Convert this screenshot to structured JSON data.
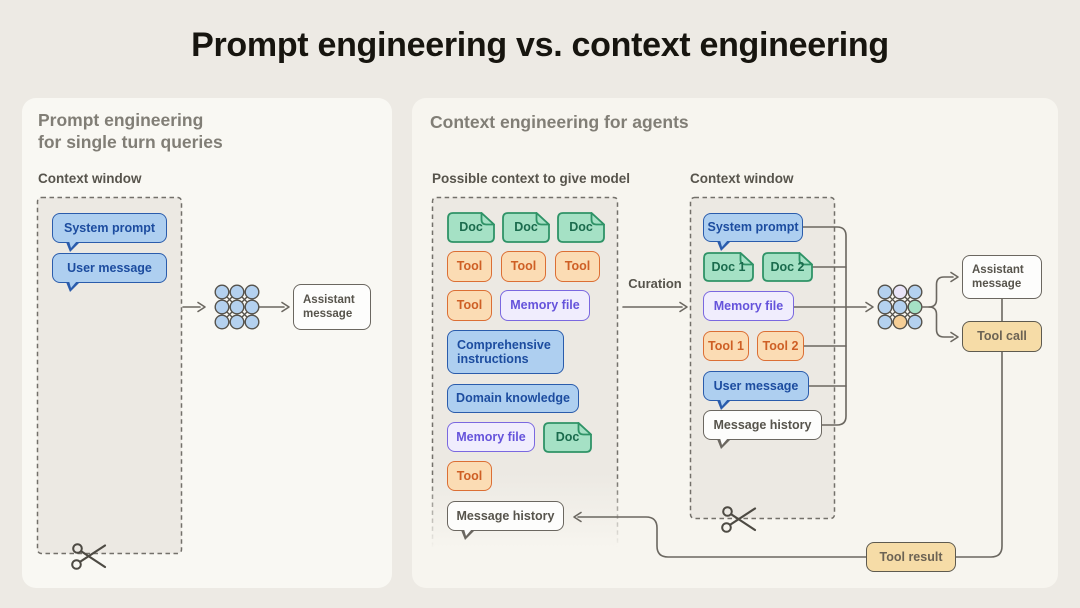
{
  "title": "Prompt engineering vs. context engineering",
  "colors": {
    "bg": "#EDEAE4",
    "panel": "#F9F8F3",
    "panel_right": "#F7F5EF",
    "dashed_fill": "#ECE9E3",
    "dashed_stroke": "#73706A",
    "line": "#6B6760",
    "title_color": "#17150F",
    "heading_gray": "#817E76",
    "label_dark": "#57544C",
    "blue_fill": "#AECFF0",
    "blue_border": "#2A5CAC",
    "blue_text": "#1C4C9F",
    "green_fill": "#A5E1C5",
    "green_border": "#2F9367",
    "green_text": "#1A6B4D",
    "orange_fill": "#FBDCB4",
    "orange_border": "#DC6F34",
    "orange_text": "#CE5F25",
    "purple_fill": "#F0EDFD",
    "purple_border": "#7A68E0",
    "purple_text": "#6553DB",
    "tan_fill": "#F6DCA7",
    "tan_border": "#5E5A4F",
    "tan_text": "#6C6354",
    "white_fill": "#FDFDFC",
    "nn_blue": "#B4D1EF",
    "nn_lavender": "#E9E4F8",
    "nn_green": "#A5E1C5",
    "nn_orange": "#F5CE96"
  },
  "icon_names": [
    "neural-network-icon",
    "scissors-icon",
    "doc-file-icon",
    "arrow-icon"
  ],
  "left_panel": {
    "heading": [
      "Prompt engineering",
      "for single turn queries"
    ],
    "context_window_label": "Context window",
    "items": [
      {
        "label": "System prompt",
        "type": "blue-bubble"
      },
      {
        "label": "User message",
        "type": "blue-bubble"
      }
    ],
    "output": {
      "label": "Assistant message"
    }
  },
  "right_panel": {
    "heading": "Context engineering for agents",
    "curation_label": "Curation",
    "possible_context": {
      "label": "Possible context to give model",
      "items": [
        {
          "label": "Doc",
          "type": "doc"
        },
        {
          "label": "Doc",
          "type": "doc"
        },
        {
          "label": "Doc",
          "type": "doc"
        },
        {
          "label": "Tool",
          "type": "tool"
        },
        {
          "label": "Tool",
          "type": "tool"
        },
        {
          "label": "Tool",
          "type": "tool"
        },
        {
          "label": "Tool",
          "type": "tool"
        },
        {
          "label": "Memory file",
          "type": "memory"
        },
        {
          "label": "Comprehensive instructions",
          "type": "blue"
        },
        {
          "label": "Domain knowledge",
          "type": "blue"
        },
        {
          "label": "Memory file",
          "type": "memory"
        },
        {
          "label": "Doc",
          "type": "doc"
        },
        {
          "label": "Tool",
          "type": "tool"
        },
        {
          "label": "Message history",
          "type": "white-bubble"
        }
      ]
    },
    "context_window": {
      "label": "Context window",
      "items": [
        {
          "label": "System prompt",
          "type": "blue-bubble"
        },
        {
          "label": "Doc 1",
          "type": "doc"
        },
        {
          "label": "Doc 2",
          "type": "doc"
        },
        {
          "label": "Memory file",
          "type": "memory"
        },
        {
          "label": "Tool 1",
          "type": "tool"
        },
        {
          "label": "Tool 2",
          "type": "tool"
        },
        {
          "label": "User message",
          "type": "blue-bubble"
        },
        {
          "label": "Message history",
          "type": "white-bubble"
        }
      ]
    },
    "outputs": [
      {
        "label": "Assistant message",
        "type": "white"
      },
      {
        "label": "Tool call",
        "type": "tan"
      }
    ],
    "tool_result": {
      "label": "Tool result"
    }
  }
}
